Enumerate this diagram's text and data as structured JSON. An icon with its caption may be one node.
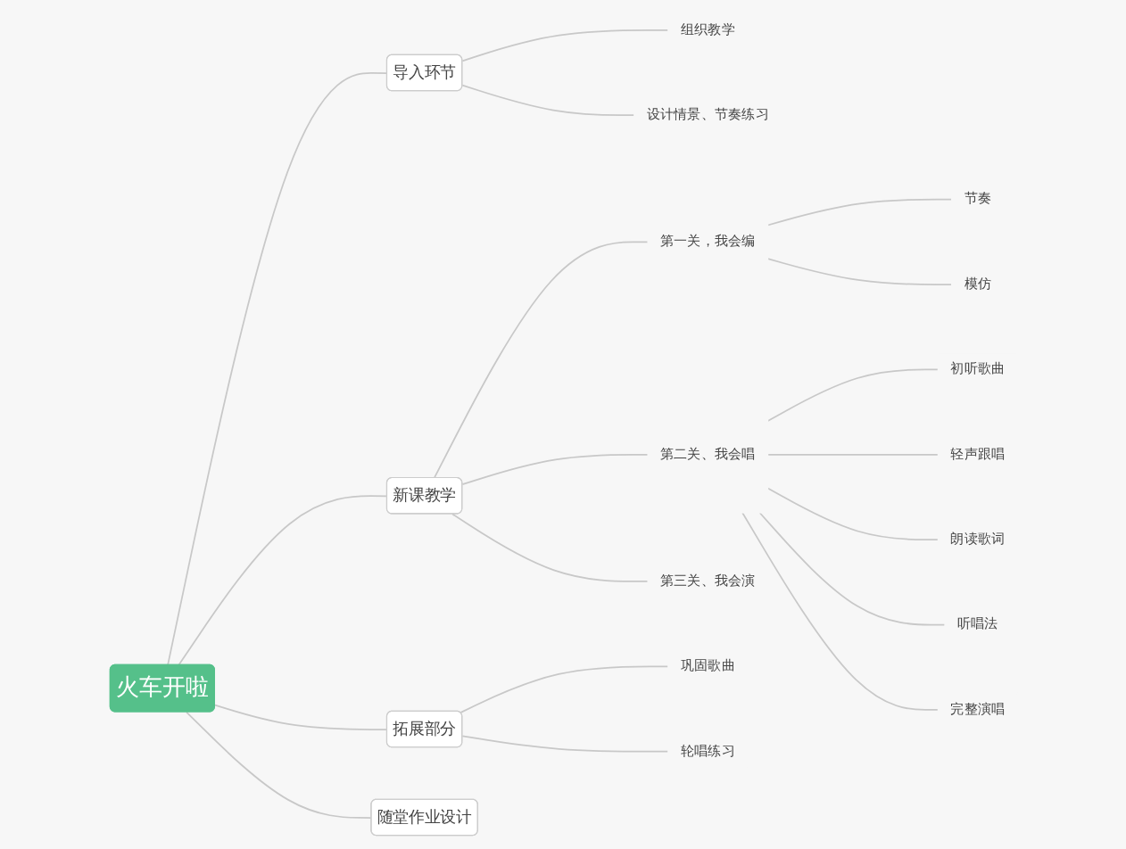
{
  "diagram": {
    "nodes": [
      {
        "text": [
          "火车开啦"
        ]
      },
      {
        "text": [
          "导入环节"
        ]
      },
      {
        "text": [
          "组织教学"
        ]
      },
      {
        "text": [
          "设计情景、节奏练习"
        ]
      },
      {
        "text": [
          "新课教学"
        ]
      },
      {
        "text": [
          "第一关，我会编"
        ]
      },
      {
        "text": [
          "节奏"
        ]
      },
      {
        "text": [
          "模仿"
        ]
      },
      {
        "text": [
          "第二关、我会唱"
        ]
      },
      {
        "text": [
          "初听歌曲"
        ]
      },
      {
        "text": [
          "轻声跟唱"
        ]
      },
      {
        "text": [
          "朗读歌词"
        ]
      },
      {
        "text": [
          "听唱法"
        ]
      },
      {
        "text": [
          "完整演唱"
        ]
      },
      {
        "text": [
          "第三关、我会演"
        ]
      },
      {
        "text": [
          "拓展部分"
        ]
      },
      {
        "text": [
          "巩固歌曲"
        ]
      },
      {
        "text": [
          "轮唱练习"
        ]
      },
      {
        "text": [
          "随堂作业设计"
        ]
      }
    ],
    "edges": [
      {
        "from": 0,
        "to": 1,
        "arrow": "none"
      },
      {
        "from": 1,
        "to": 2,
        "arrow": "none"
      },
      {
        "from": 1,
        "to": 3,
        "arrow": "none"
      },
      {
        "from": 0,
        "to": 4,
        "arrow": "none"
      },
      {
        "from": 4,
        "to": 5,
        "arrow": "none"
      },
      {
        "from": 5,
        "to": 6,
        "arrow": "none"
      },
      {
        "from": 5,
        "to": 7,
        "arrow": "none"
      },
      {
        "from": 4,
        "to": 8,
        "arrow": "none"
      },
      {
        "from": 8,
        "to": 9,
        "arrow": "none"
      },
      {
        "from": 8,
        "to": 10,
        "arrow": "none"
      },
      {
        "from": 8,
        "to": 11,
        "arrow": "none"
      },
      {
        "from": 8,
        "to": 12,
        "arrow": "none"
      },
      {
        "from": 8,
        "to": 13,
        "arrow": "none"
      },
      {
        "from": 4,
        "to": 14,
        "arrow": "none"
      },
      {
        "from": 0,
        "to": 15,
        "arrow": "none"
      },
      {
        "from": 15,
        "to": 16,
        "arrow": "none"
      },
      {
        "from": 15,
        "to": 17,
        "arrow": "none"
      },
      {
        "from": 0,
        "to": 18,
        "arrow": "none"
      }
    ]
  }
}
